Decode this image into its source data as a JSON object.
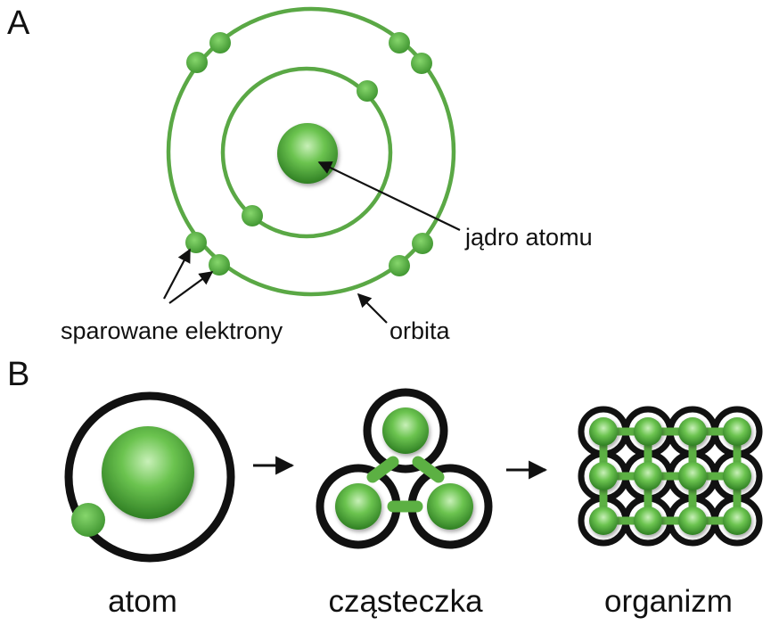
{
  "panels": [
    {
      "letter": "A"
    },
    {
      "letter": "B"
    }
  ],
  "atom_model": {
    "nucleus_label": "jądro atomu",
    "orbit_label": "orbita",
    "paired_electrons_label": "sparowane elektrony",
    "inner_orbit_electrons": 2,
    "outer_orbit_electrons": 8
  },
  "sequence": {
    "stages": [
      {
        "id": "atom",
        "caption": "atom"
      },
      {
        "id": "molecule",
        "caption": "cząsteczka"
      },
      {
        "id": "organism",
        "caption": "organizm"
      }
    ],
    "organism_grid": {
      "rows": 3,
      "cols": 4
    }
  },
  "colors": {
    "green": "#5cb043",
    "green_light": "#9fe08a",
    "green_dark": "#2f7f23",
    "orbit": "#5aa845",
    "ring": "#111111",
    "text": "#111111"
  }
}
